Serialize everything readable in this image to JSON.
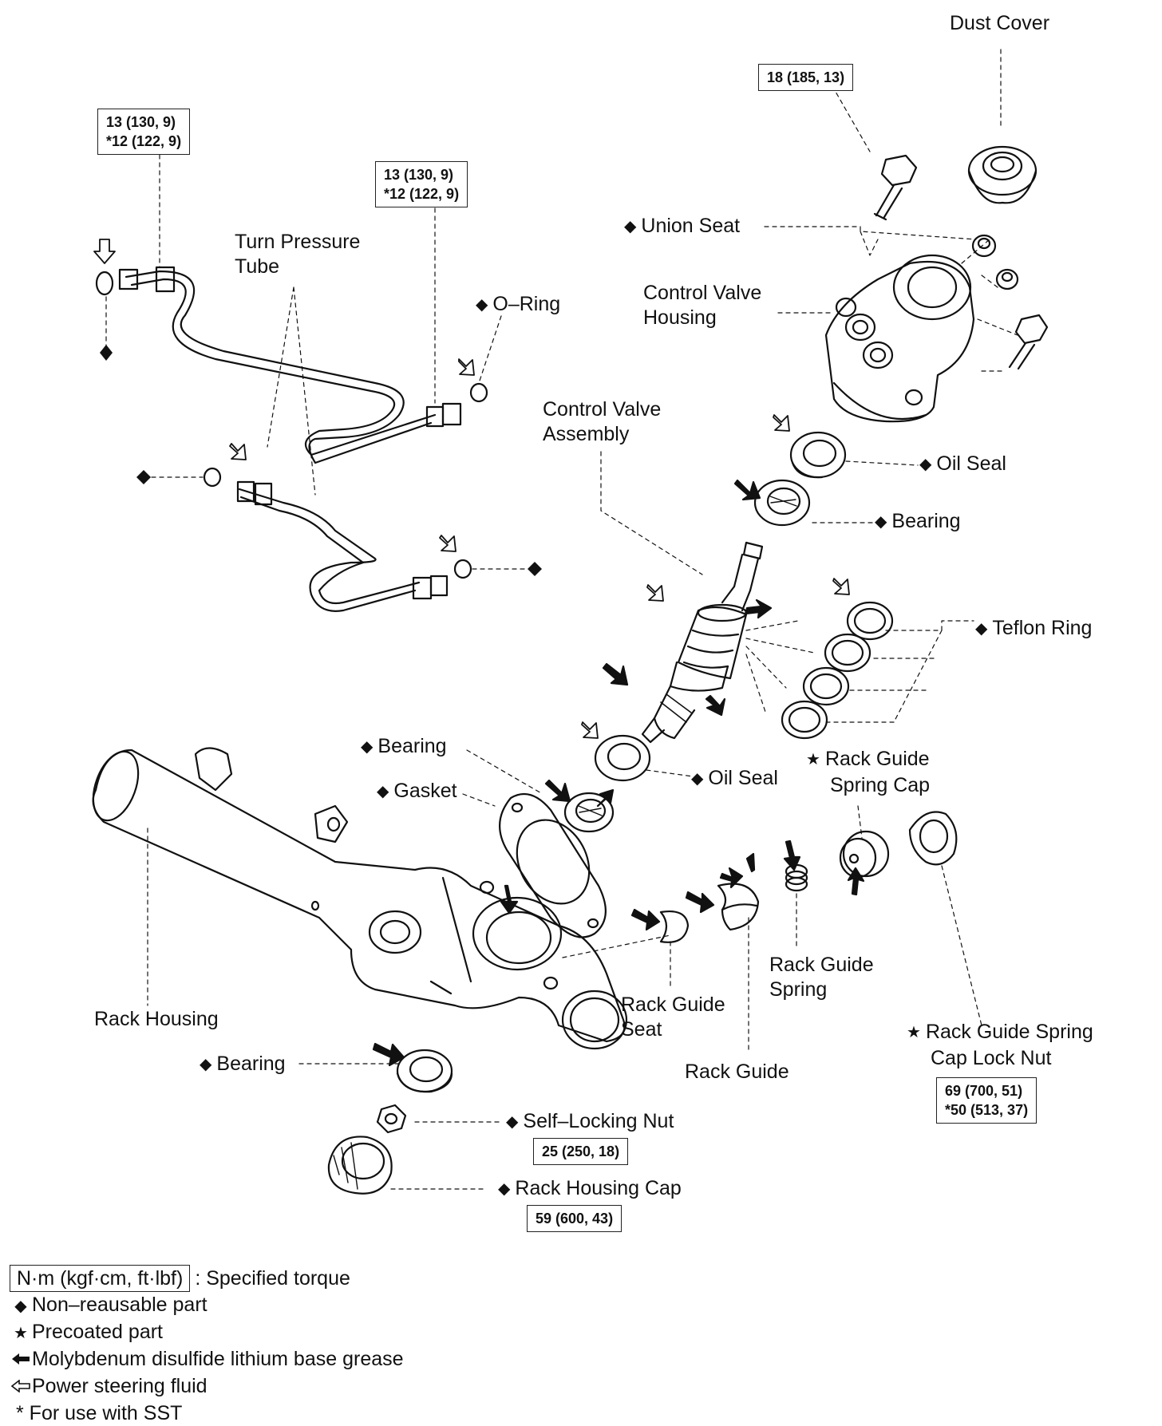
{
  "labels": {
    "dust_cover": "Dust Cover",
    "union_seat": "Union Seat",
    "control_valve_housing": [
      "Control Valve",
      "Housing"
    ],
    "turn_pressure_tube": [
      "Turn Pressure",
      "Tube"
    ],
    "o_ring": "O–Ring",
    "control_valve_assembly": [
      "Control Valve",
      "Assembly"
    ],
    "oil_seal_top": "Oil Seal",
    "bearing_upper": "Bearing",
    "teflon_ring": "Teflon Ring",
    "bearing_mid": "Bearing",
    "gasket": "Gasket",
    "oil_seal_lower": "Oil Seal",
    "rack_guide_spring_cap": [
      "Rack Guide",
      "Spring Cap"
    ],
    "rack_housing": "Rack Housing",
    "rack_guide_seat": [
      "Rack Guide",
      "Seat"
    ],
    "rack_guide_spring": [
      "Rack Guide",
      "Spring"
    ],
    "rack_guide": "Rack Guide",
    "rack_guide_spring_cap_lock_nut": [
      "Rack Guide Spring",
      "Cap Lock Nut"
    ],
    "bearing_bottom": "Bearing",
    "self_locking_nut": "Self–Locking Nut",
    "rack_housing_cap": "Rack Housing Cap"
  },
  "torques": {
    "union_bolt_left": [
      "13 (130, 9)",
      "*12 (122, 9)"
    ],
    "union_bolt_mid": [
      "13 (130, 9)",
      "*12 (122, 9)"
    ],
    "housing_bolt": [
      "18 (185, 13)"
    ],
    "lock_nut": [
      "69 (700, 51)",
      "*50 (513, 37)"
    ],
    "self_locking_nut": [
      "25 (250, 18)"
    ],
    "rack_housing_cap": [
      "59 (600, 43)"
    ]
  },
  "legend": {
    "unit_box": "N·m (kgf·cm, ft·lbf)",
    "unit_desc": ": Specified torque",
    "non_reusable": "Non–reausable part",
    "precoated": "Precoated part",
    "moly_grease": "Molybdenum disulfide lithium base grease",
    "ps_fluid": "Power steering fluid",
    "sst": "* For use with SST"
  },
  "symbols": {
    "diamond": "◆",
    "star": "★",
    "arrow_solid": "solid-arrow-icon",
    "arrow_hollow": "hollow-arrow-icon"
  }
}
